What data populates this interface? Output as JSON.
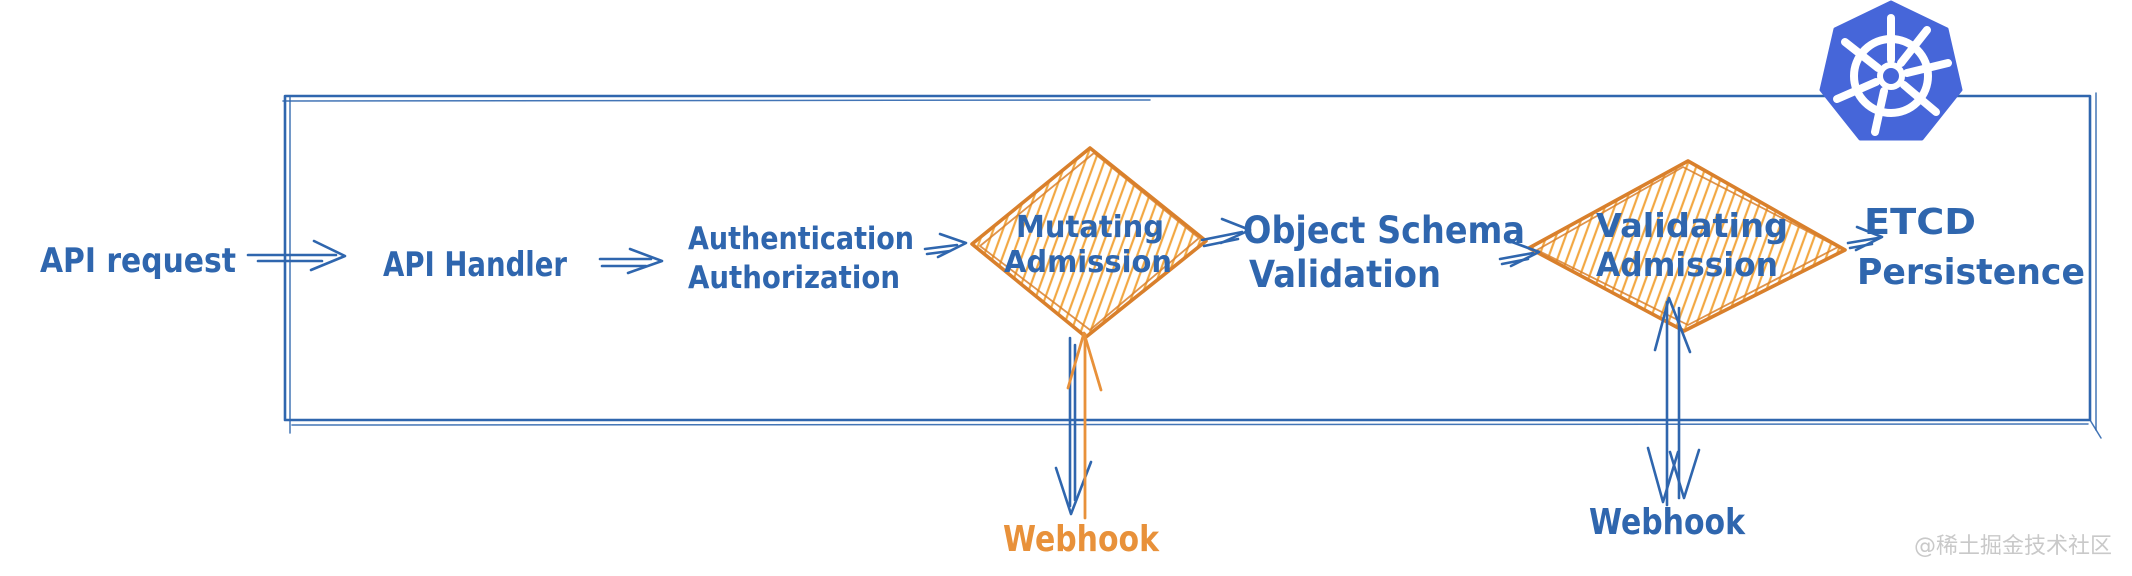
{
  "colors": {
    "ink": "#2f66ae",
    "orange_stroke": "#d9802c",
    "orange_hatch": "#f2a843",
    "orange_text": "#e8913a",
    "k8s_blue": "#4666d9",
    "watermark_gray": "#c9c9c9"
  },
  "icons": {
    "kubernetes": "kubernetes-helm-wheel-logo"
  },
  "nodes": {
    "api_request": {
      "label": "API request"
    },
    "api_handler": {
      "label": "API Handler"
    },
    "auth": {
      "line1": "Authentication",
      "line2": "Authorization"
    },
    "mutating_admission": {
      "line1": "Mutating",
      "line2": "Admission"
    },
    "object_schema": {
      "line1": "Object Schema",
      "line2": "Validation"
    },
    "validating_admission": {
      "line1": "Validating",
      "line2": "Admission"
    },
    "etcd": {
      "line1": "ETCD",
      "line2": "Persistence"
    },
    "webhook_mutating": {
      "label": "Webhook"
    },
    "webhook_validating": {
      "label": "Webhook"
    }
  },
  "watermark": {
    "label": "@稀土掘金技术社区"
  }
}
